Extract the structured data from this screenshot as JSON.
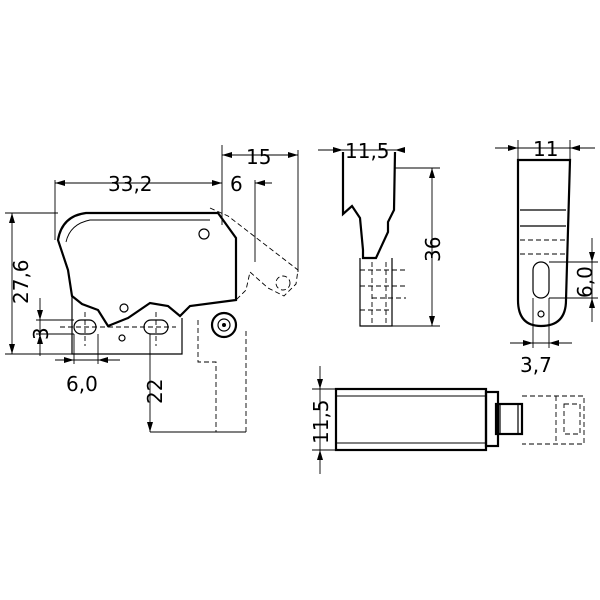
{
  "drawing": {
    "colors": {
      "line": "#000000",
      "background": "#ffffff"
    },
    "dimensions": {
      "front_width": "33,2",
      "front_height": "27,6",
      "lever_offset": "6",
      "lever_total": "15",
      "slot_height": "3",
      "slot_spacing": "6,0",
      "catch_depth": "22",
      "side_width": "11,5",
      "side_height": "36",
      "end_width": "11",
      "end_slot_height": "6,0",
      "end_slot_width": "3,7",
      "top_height": "11,5"
    }
  }
}
